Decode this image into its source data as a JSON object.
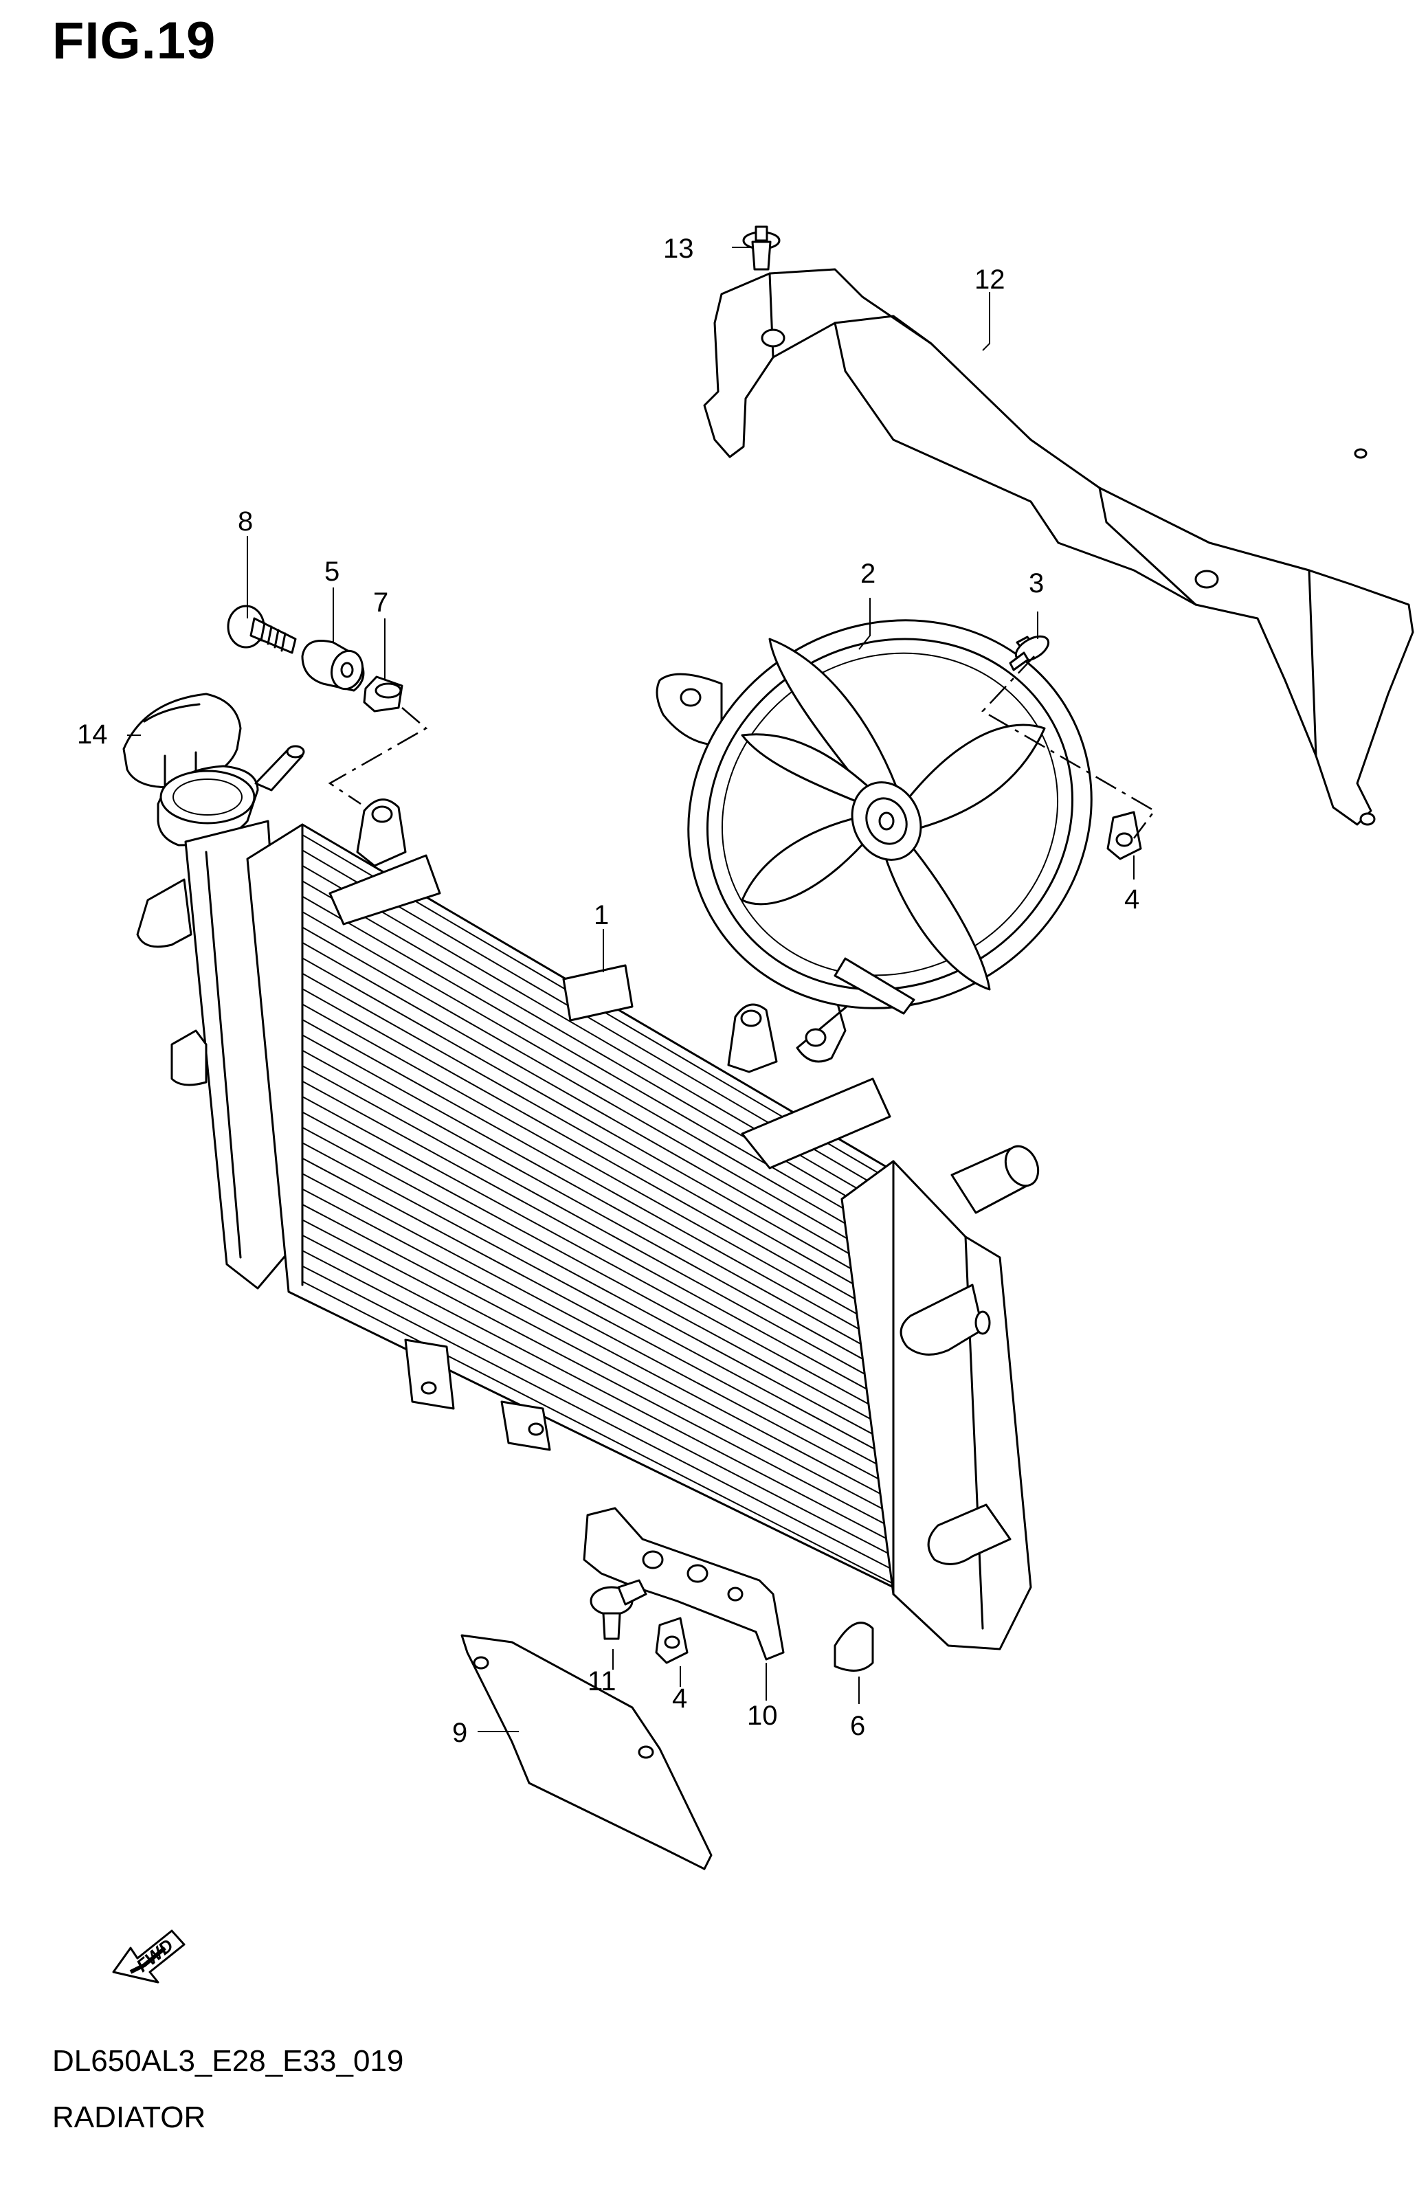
{
  "figure": {
    "title": "FIG.19",
    "model_code": "DL650AL3_E28_E33_019",
    "section_name": "RADIATOR"
  },
  "callouts": [
    {
      "id": "c1",
      "label": "1"
    },
    {
      "id": "c2",
      "label": "2"
    },
    {
      "id": "c3",
      "label": "3"
    },
    {
      "id": "c4a",
      "label": "4"
    },
    {
      "id": "c4b",
      "label": "4"
    },
    {
      "id": "c5",
      "label": "5"
    },
    {
      "id": "c6",
      "label": "6"
    },
    {
      "id": "c7",
      "label": "7"
    },
    {
      "id": "c8",
      "label": "8"
    },
    {
      "id": "c9",
      "label": "9"
    },
    {
      "id": "c10",
      "label": "10"
    },
    {
      "id": "c11",
      "label": "11"
    },
    {
      "id": "c12",
      "label": "12"
    },
    {
      "id": "c13",
      "label": "13"
    },
    {
      "id": "c14",
      "label": "14"
    }
  ],
  "direction_arrow": {
    "label": "FWD",
    "icon": "fwd-arrow-icon"
  }
}
